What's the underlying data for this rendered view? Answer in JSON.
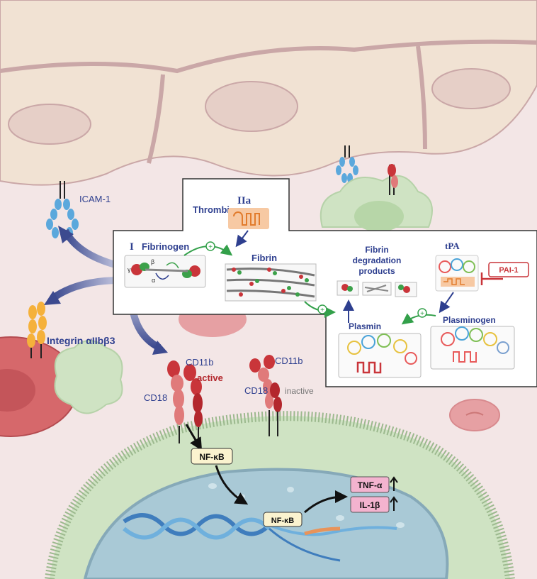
{
  "labels": {
    "icam1": "ICAM-1",
    "thrombin": "Thrombin",
    "thrombin_roman": "IIa",
    "fibrinogen_roman": "I",
    "fibrinogen": "Fibrinogen",
    "fibrin": "Fibrin",
    "fdp_line1": "Fibrin",
    "fdp_line2": "degradation",
    "fdp_line3": "products",
    "tpa": "tPA",
    "pai1": "PAI-1",
    "plasmin": "Plasmin",
    "plasminogen": "Plasminogen",
    "integrin": "Integrin αIIbβ3",
    "cd11b_active": "CD11b",
    "cd18_active": "CD18",
    "active": "active",
    "cd11b_inactive": "CD11b",
    "cd18_inactive": "CD18",
    "inactive": "inactive",
    "nfkb_cytoplasm": "NF-κB",
    "nfkb_nucleus": "NF-κB",
    "tnf": "TNF-α",
    "il1b": "IL-1β",
    "gamma": "γ",
    "beta": "β",
    "alpha": "α",
    "plus": "+"
  },
  "colors": {
    "label_blue": "#2e3f8f",
    "active_red": "#b3272d",
    "inactive_gray": "#777777",
    "cytokine_pink": "#f3b3cf",
    "nfkb_box": "#fbf3cf",
    "endothelium": "#f1e2d3",
    "nucleus": "#a9c9d6",
    "cell_green": "#cfe3c3",
    "plasma_green": "#33a04a",
    "arrow_navy": "#3c4a8f"
  },
  "icons": {
    "upregulation": "arrow-up-icon",
    "inhibition": "t-bar-icon"
  }
}
